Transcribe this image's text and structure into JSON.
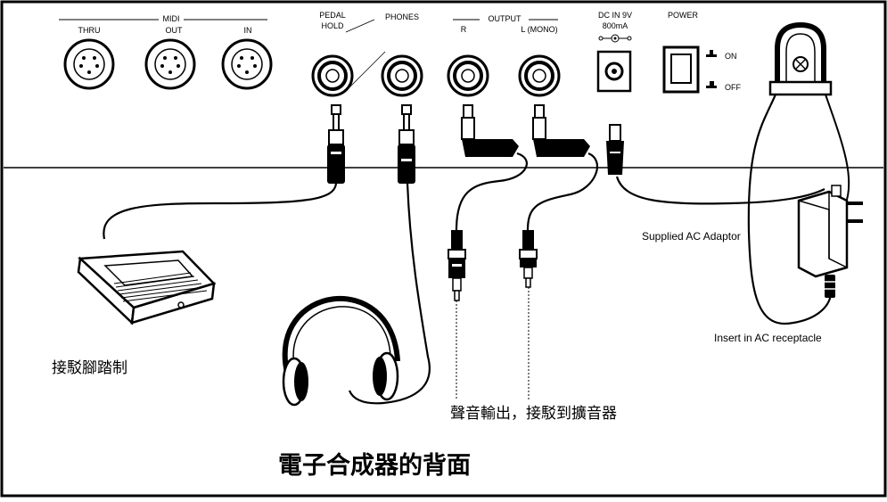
{
  "panel": {
    "midi": {
      "group_label": "MIDI",
      "thru": "THRU",
      "out": "OUT",
      "in": "IN"
    },
    "pedal_hold": {
      "line1": "PEDAL",
      "line2": "HOLD"
    },
    "phones": "PHONES",
    "output": {
      "group_label": "OUTPUT",
      "r": "R",
      "l": "L (MONO)"
    },
    "dc_in": {
      "line1": "DC IN 9V",
      "line2": "800mA"
    },
    "power": {
      "label": "POWER",
      "on": "ON",
      "off": "OFF"
    }
  },
  "annotations": {
    "ac_adaptor": "Supplied AC Adaptor",
    "receptacle": "Insert in AC receptacle",
    "pedal": "接駁腳踏制",
    "audio_out": "聲音輸出，接駁到擴音器"
  },
  "title": "電子合成器的背面"
}
